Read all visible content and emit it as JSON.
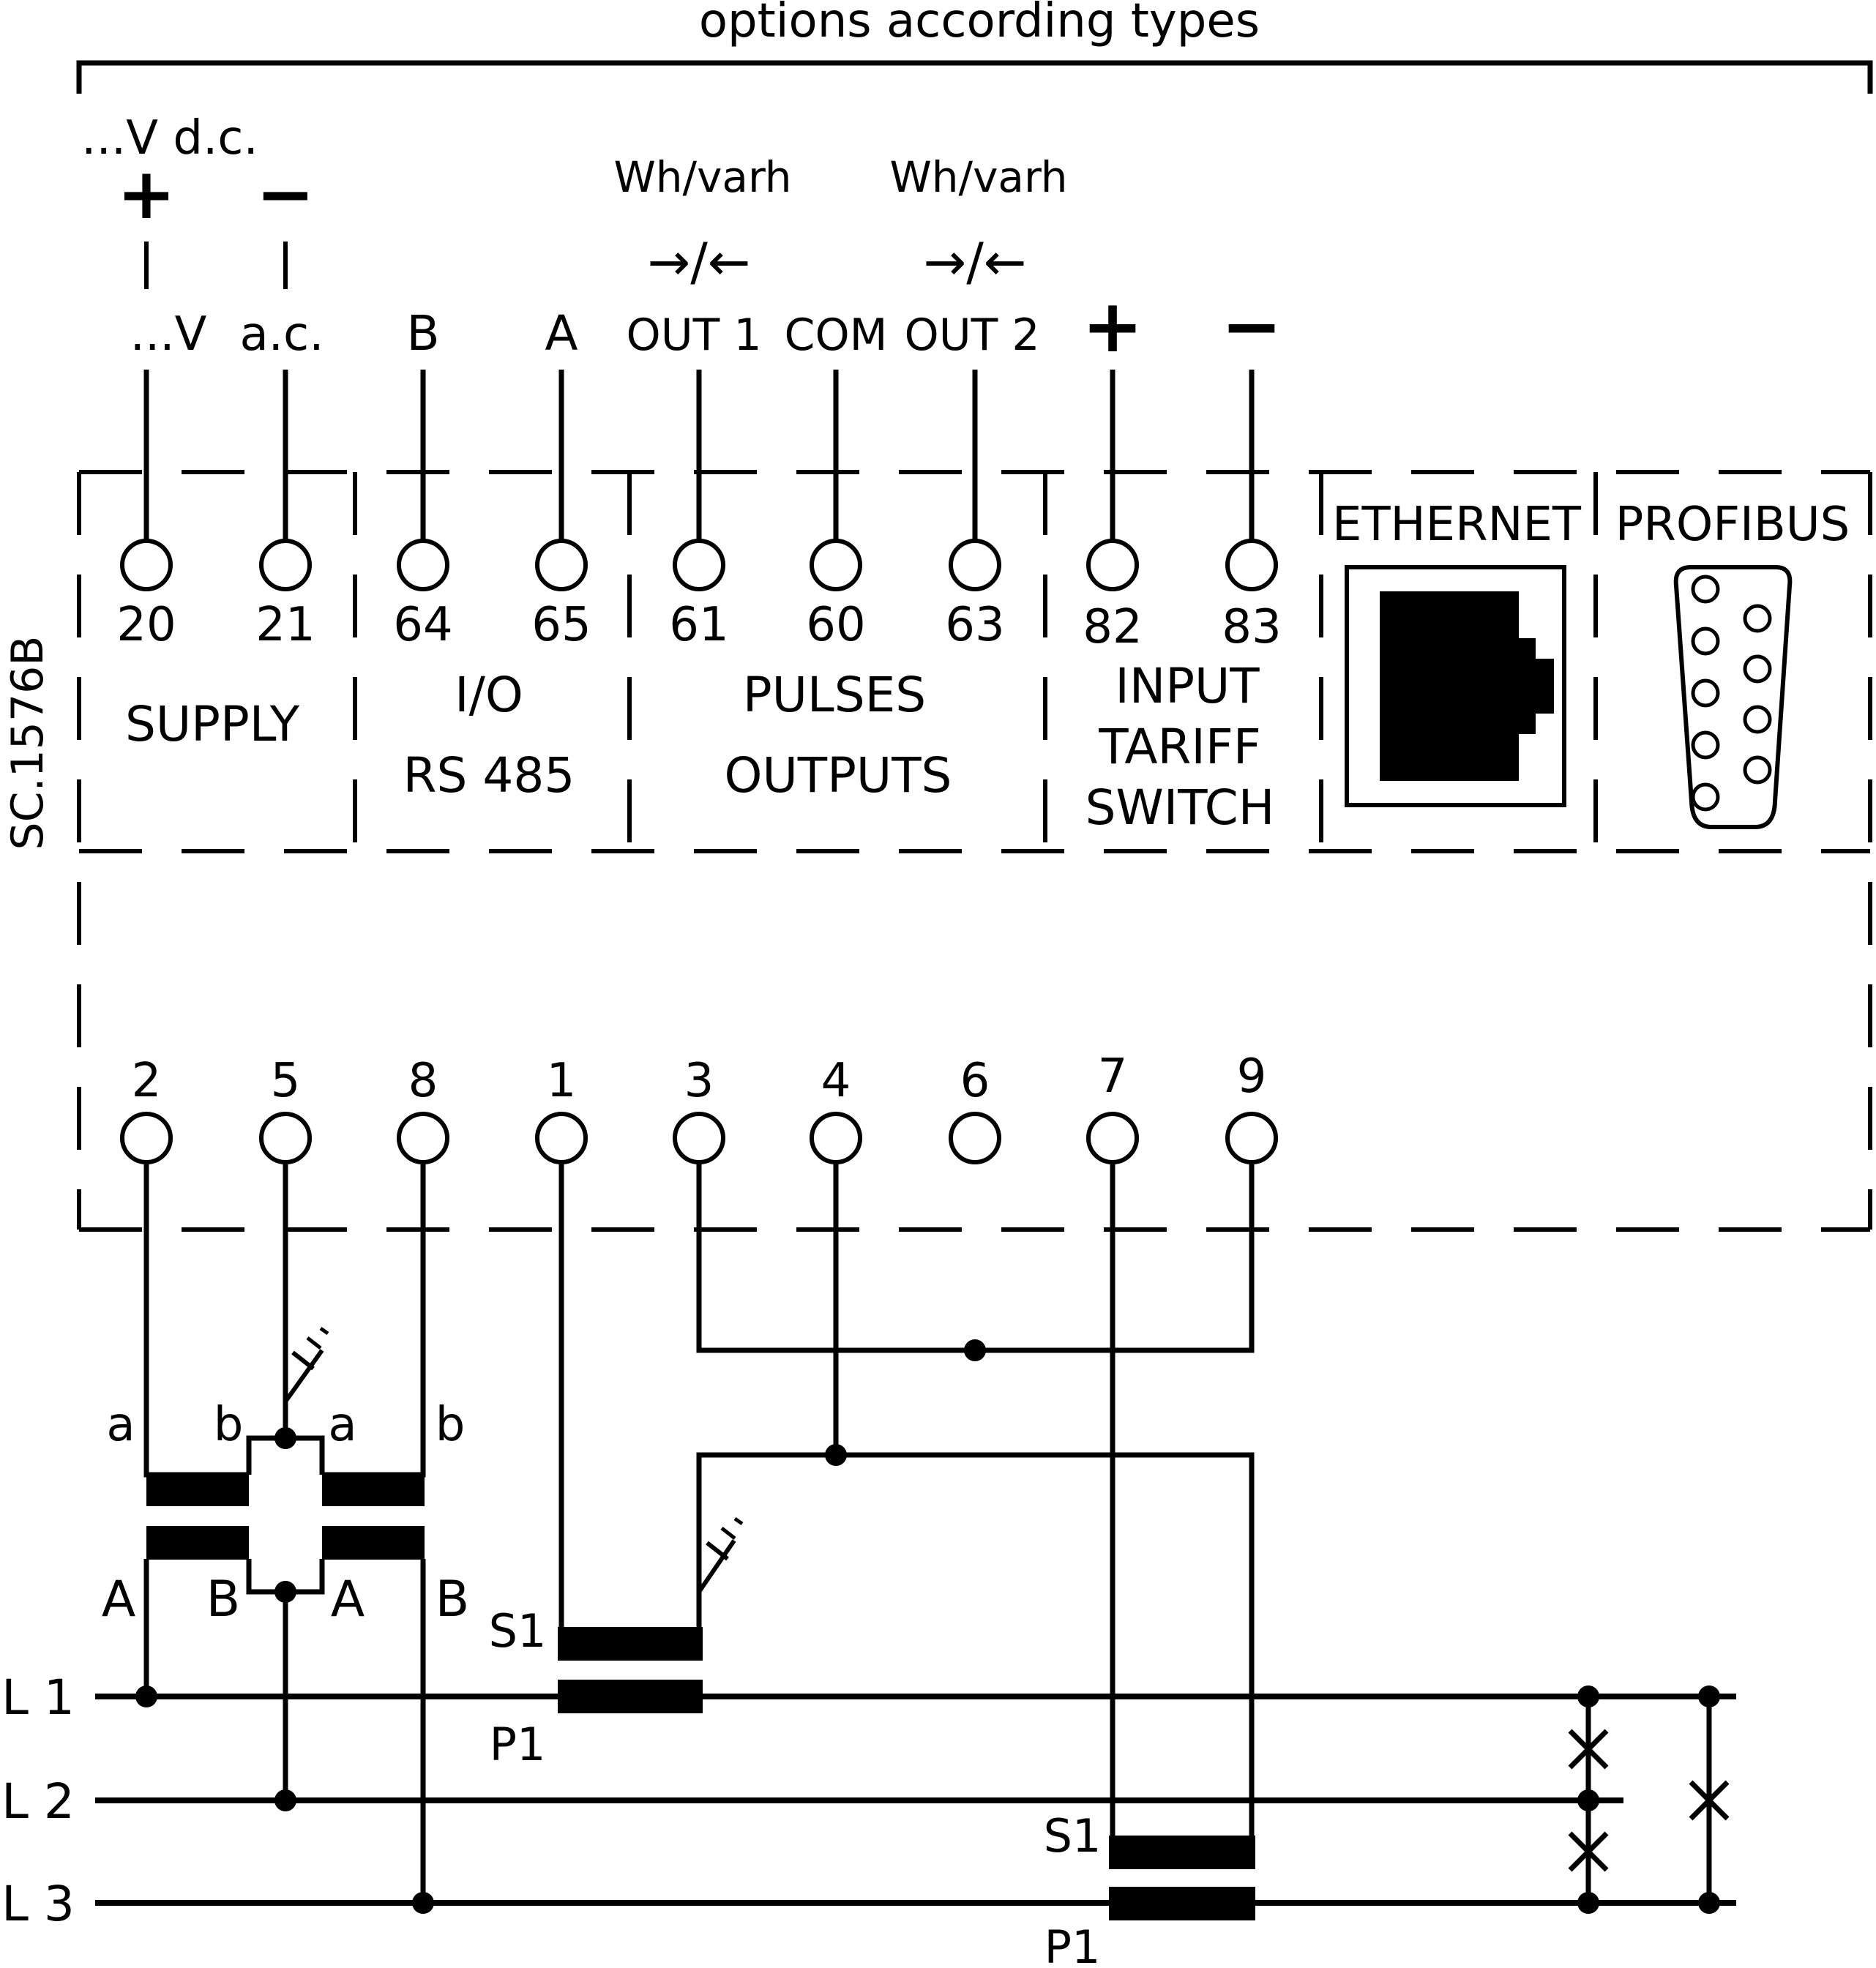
{
  "title": "options according types",
  "side_label": "SC.1576B",
  "supply": {
    "dc_label": "...V d.c.",
    "plus": "+",
    "minus": "−",
    "ac_label_left": "...V",
    "ac_label_right": "a.c.",
    "group_label": "SUPPLY"
  },
  "top_signals": {
    "b": "B",
    "a": "A",
    "out1": "OUT 1",
    "com": "COM",
    "out2": "OUT 2",
    "plus": "+",
    "minus": "−",
    "whvarh1": "Wh/varh",
    "whvarh2": "Wh/varh",
    "arrows1": "→/←",
    "arrows2": "→/←"
  },
  "top_terminals": [
    "20",
    "21",
    "64",
    "65",
    "61",
    "60",
    "63",
    "82",
    "83"
  ],
  "groups": {
    "io_line1": "I/O",
    "io_line2": "RS 485",
    "pulses_line1": "PULSES",
    "pulses_line2": "OUTPUTS",
    "input_line1": "INPUT",
    "input_line2": "TARIFF",
    "input_line3": "SWITCH",
    "ethernet": "ETHERNET",
    "profibus": "PROFIBUS"
  },
  "bottom_terminals": [
    "2",
    "5",
    "8",
    "1",
    "3",
    "4",
    "6",
    "7",
    "9"
  ],
  "vt_labels": {
    "a1": "a",
    "b1": "b",
    "a2": "a",
    "b2": "b",
    "A1": "A",
    "B1": "B",
    "A2": "A",
    "B2": "B"
  },
  "ct_labels": {
    "s1_1": "S1",
    "p1_1": "P1",
    "s1_2": "S1",
    "p1_2": "P1"
  },
  "lines": [
    "L 1",
    "L 2",
    "L 3"
  ]
}
